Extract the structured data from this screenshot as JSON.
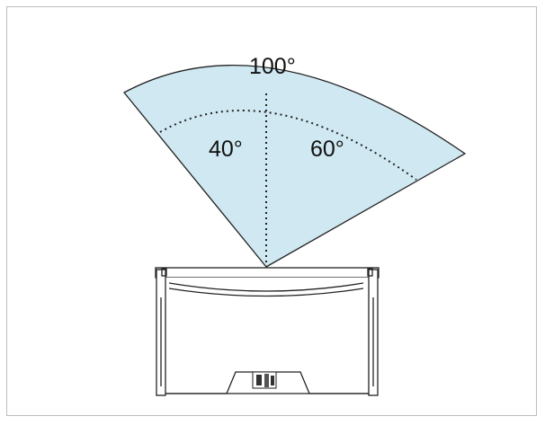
{
  "diagram": {
    "total_angle_label": "100°",
    "left_angle_label": "40°",
    "right_angle_label": "60°",
    "colors": {
      "sector_fill": "#cfe8f1",
      "outline": "#222222",
      "frame_border": "#bdbdbd"
    }
  }
}
